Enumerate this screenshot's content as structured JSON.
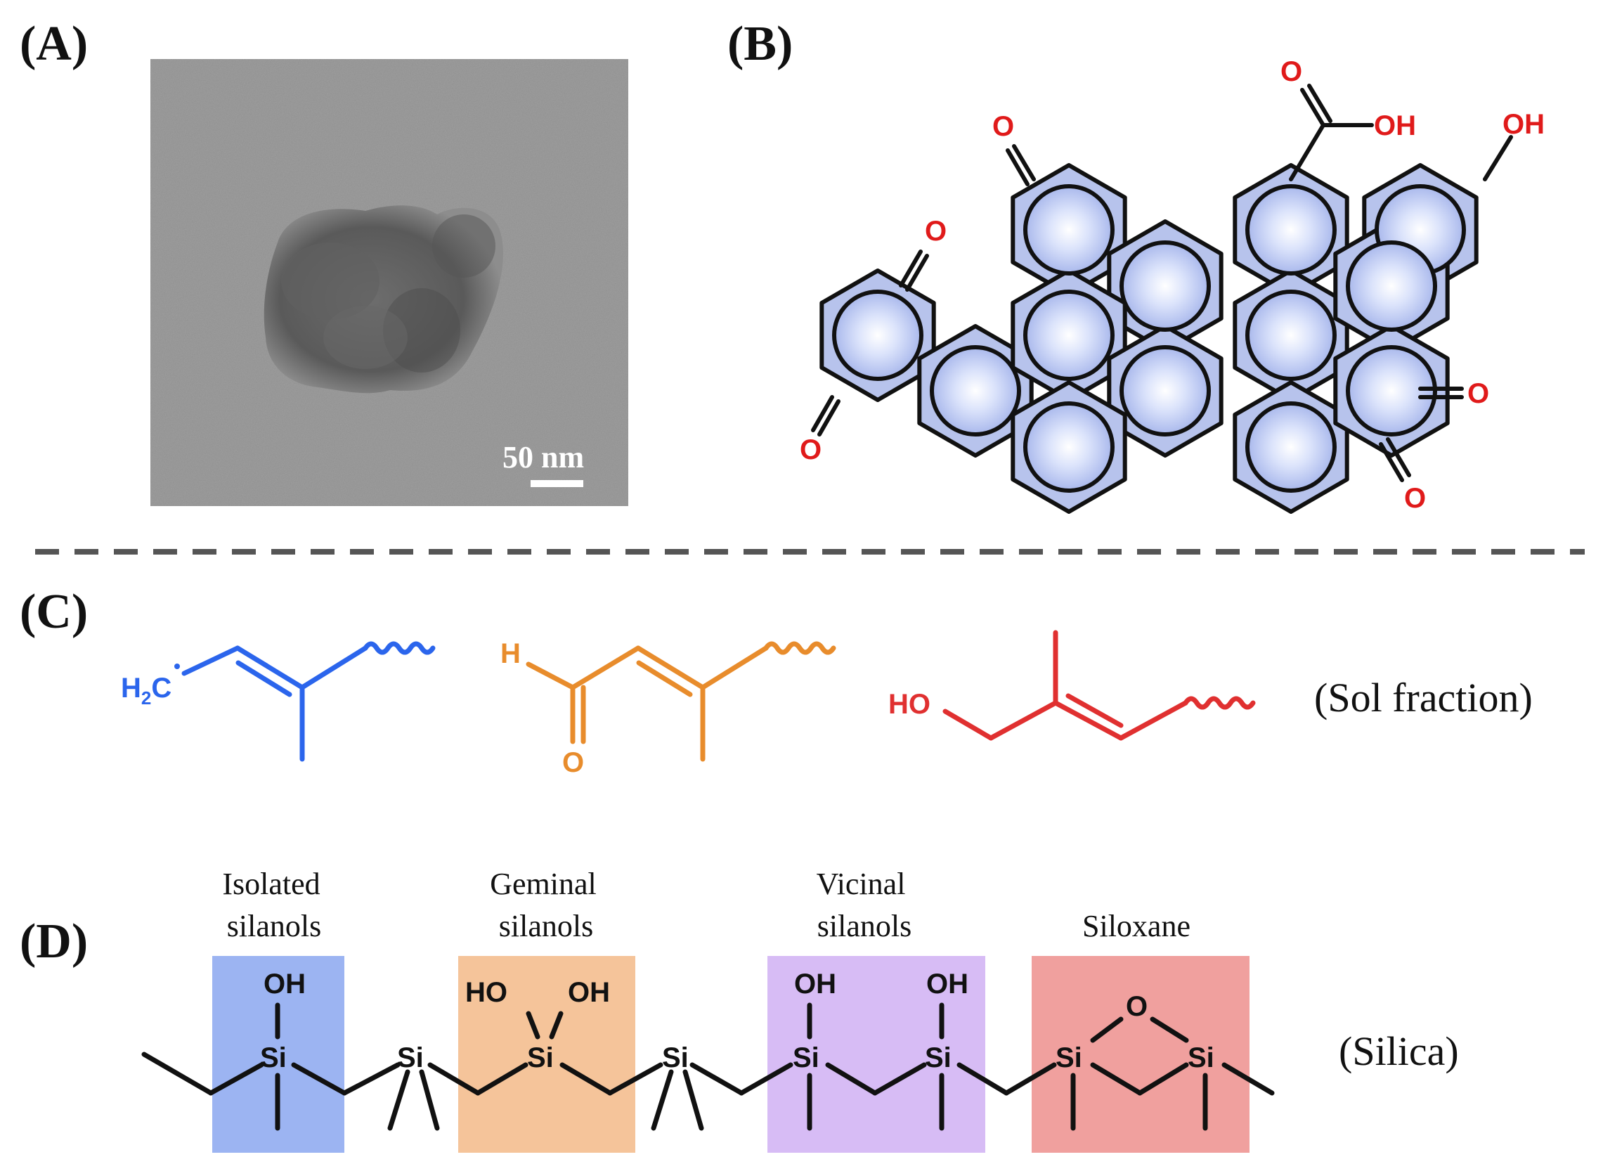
{
  "panels": {
    "a": {
      "label": "(A)",
      "scale_bar": "50 nm"
    },
    "b": {
      "label": "(B)",
      "atoms": {
        "oxo": "O",
        "hydroxyl": "OH"
      }
    },
    "c": {
      "label": "(C)",
      "group_label": "(Sol fraction)",
      "radical_h": "H",
      "radical_sub": "2",
      "radical_c": "C",
      "aldehyde_h": "H",
      "aldehyde_o": "O",
      "hydroxyl": "HO",
      "colors": {
        "radical": "#2b65ec",
        "aldehyde": "#e88c2c",
        "alcohol": "#e03030"
      }
    },
    "d": {
      "label": "(D)",
      "group_label": "(Silica)",
      "boxes": [
        {
          "line1": "Isolated",
          "line2": "silanols",
          "color": "#9cb4f2"
        },
        {
          "line1": "Geminal",
          "line2": "silanols",
          "color": "#f5c49a"
        },
        {
          "line1": "Vicinal",
          "line2": "silanols",
          "color": "#d7bcf5"
        },
        {
          "line1": "",
          "line2": "Siloxane",
          "color": "#f0a09e"
        }
      ],
      "atoms": {
        "si": "Si",
        "oh": "OH",
        "ho": "HO",
        "o": "O"
      }
    }
  }
}
